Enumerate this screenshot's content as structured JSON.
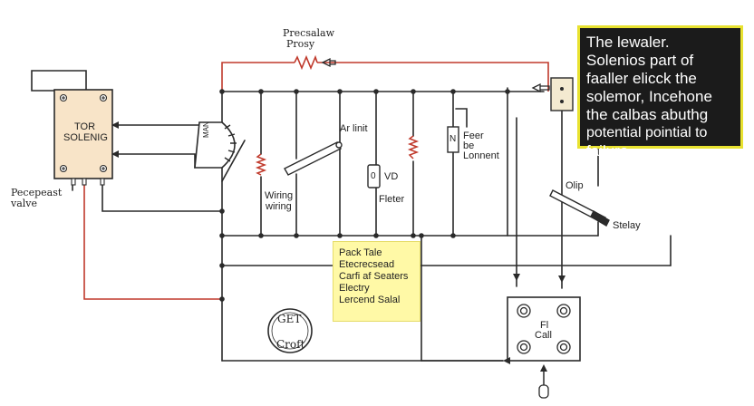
{
  "labels": {
    "top_pressure_1": "Precsalaw",
    "top_pressure_2": "Prosy",
    "solenoid_1": "TOR",
    "solenoid_2": "SOLENIG",
    "connector": "MAN",
    "pressure_valve_1": "Pecepeast",
    "pressure_valve_2": "valve",
    "wiring_1": "Wiring",
    "wiring_2": "wiring",
    "air_limit": "Ar linit",
    "vd": "VD",
    "vd_symbol": "0",
    "heater": "Fleter",
    "feed_1": "Feer",
    "feed_2": "be",
    "feed_3": "Lonnent",
    "feed_symbol": "N",
    "clip": "Olip",
    "stelay": "Stelay",
    "get_1": "GET",
    "get_2": "Croft",
    "fi": "Fl",
    "call": "Call"
  },
  "callout": {
    "lines": [
      "The lewaler.",
      "Solenios part of",
      "faaller elicck the",
      "solemor, Incehone",
      "the calbas abuthg",
      "potential pointial to",
      "failure."
    ]
  },
  "legend": {
    "lines": [
      "Pack Tale",
      "Etecrecsead",
      "Carfi af Seaters",
      "Electry",
      "Lercend Salal"
    ]
  },
  "colors": {
    "wire": "#2a2a2a",
    "red_wire": "#c0392b",
    "solenoid_fill": "#f8e4c8",
    "callout_bg": "#1b1b1b",
    "callout_border": "#e8e230",
    "legend_bg": "#fff9a6"
  }
}
